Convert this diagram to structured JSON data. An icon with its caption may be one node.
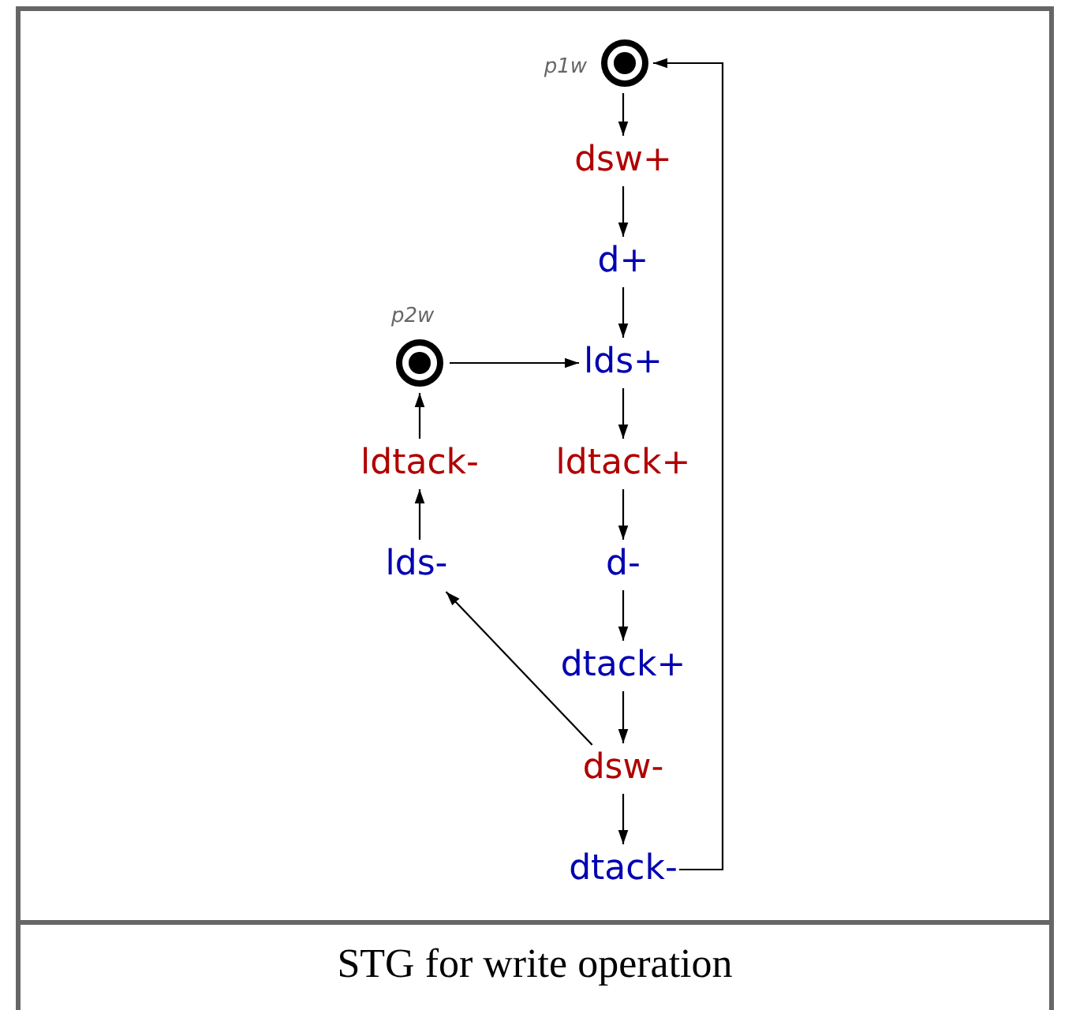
{
  "diagram": {
    "caption": "STG for write operation",
    "nodes": [
      {
        "text": [],
        "shape": "circle",
        "beside": [
          "p1w"
        ]
      },
      {
        "text": [
          "dsw+"
        ]
      },
      {
        "text": [
          "d+"
        ]
      },
      {
        "text": [],
        "shape": "circle",
        "beside": [
          "p2w"
        ]
      },
      {
        "text": [
          "lds+"
        ]
      },
      {
        "text": [
          "ldtack-"
        ]
      },
      {
        "text": [
          "ldtack+"
        ]
      },
      {
        "text": [
          "lds-"
        ]
      },
      {
        "text": [
          "d-"
        ]
      },
      {
        "text": [
          "dtack+"
        ]
      },
      {
        "text": [
          "dsw-"
        ]
      },
      {
        "text": [
          "dtack-"
        ]
      }
    ],
    "edges": [
      {
        "from": 0,
        "to": 1,
        "arrow": "to"
      },
      {
        "from": 1,
        "to": 2,
        "arrow": "to"
      },
      {
        "from": 2,
        "to": 4,
        "arrow": "to"
      },
      {
        "from": 3,
        "to": 4,
        "arrow": "to"
      },
      {
        "from": 4,
        "to": 6,
        "arrow": "to"
      },
      {
        "from": 6,
        "to": 8,
        "arrow": "to"
      },
      {
        "from": 8,
        "to": 9,
        "arrow": "to"
      },
      {
        "from": 9,
        "to": 10,
        "arrow": "to"
      },
      {
        "from": 10,
        "to": 11,
        "arrow": "to"
      },
      {
        "from": 11,
        "to": 0,
        "arrow": "to"
      },
      {
        "from": 10,
        "to": 7,
        "arrow": "to"
      },
      {
        "from": 7,
        "to": 5,
        "arrow": "to"
      },
      {
        "from": 5,
        "to": 3,
        "arrow": "to"
      }
    ]
  }
}
